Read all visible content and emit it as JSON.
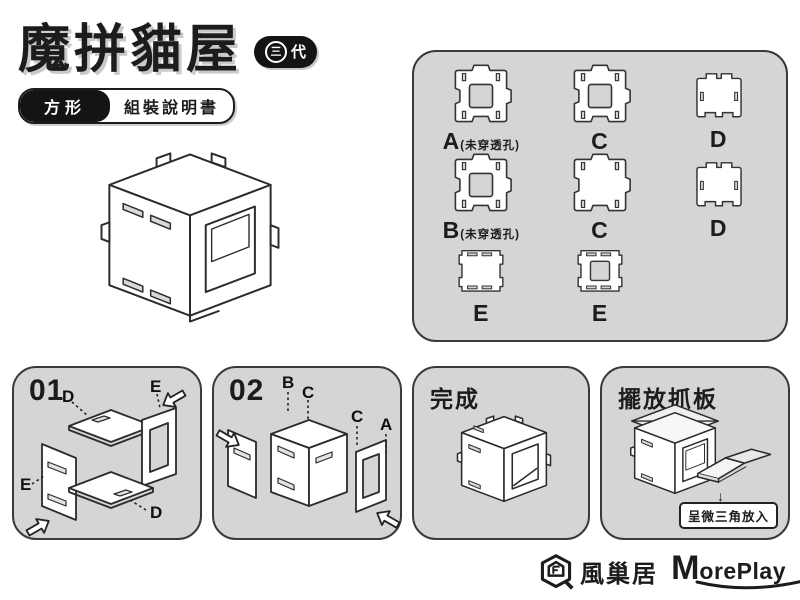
{
  "colors": {
    "panel_bg": "#d5d5d5",
    "panel_border": "#3a3a3a",
    "ink": "#1c1c1c",
    "badge_bg": "#141414",
    "part_fill": "#ffffff"
  },
  "header": {
    "title": "魔拼貓屋",
    "badge_gen_char": "三",
    "badge_rest": "代",
    "shape_tag": "方形",
    "subtitle": "組裝說明書"
  },
  "parts": {
    "a_label": "A",
    "a_note": "(未穿透孔)",
    "c1_label": "C",
    "d1_label": "D",
    "b_label": "B",
    "b_note": "(未穿透孔)",
    "c2_label": "C",
    "d2_label": "D",
    "e1_label": "E",
    "e2_label": "E"
  },
  "steps": {
    "s1": {
      "num": "01",
      "d_top": "D",
      "e_right": "E",
      "e_left": "E",
      "d_bottom": "D"
    },
    "s2": {
      "num": "02",
      "b": "B",
      "c_top": "C",
      "c_right": "C",
      "a": "A"
    },
    "s3": {
      "title": "完成"
    },
    "s4": {
      "title": "擺放抓板",
      "caption": "呈微三角放入",
      "arrow": "↓"
    }
  },
  "footer": {
    "brand1": "風巢居",
    "brand2_m": "M",
    "brand2_rest": "orePlay"
  }
}
